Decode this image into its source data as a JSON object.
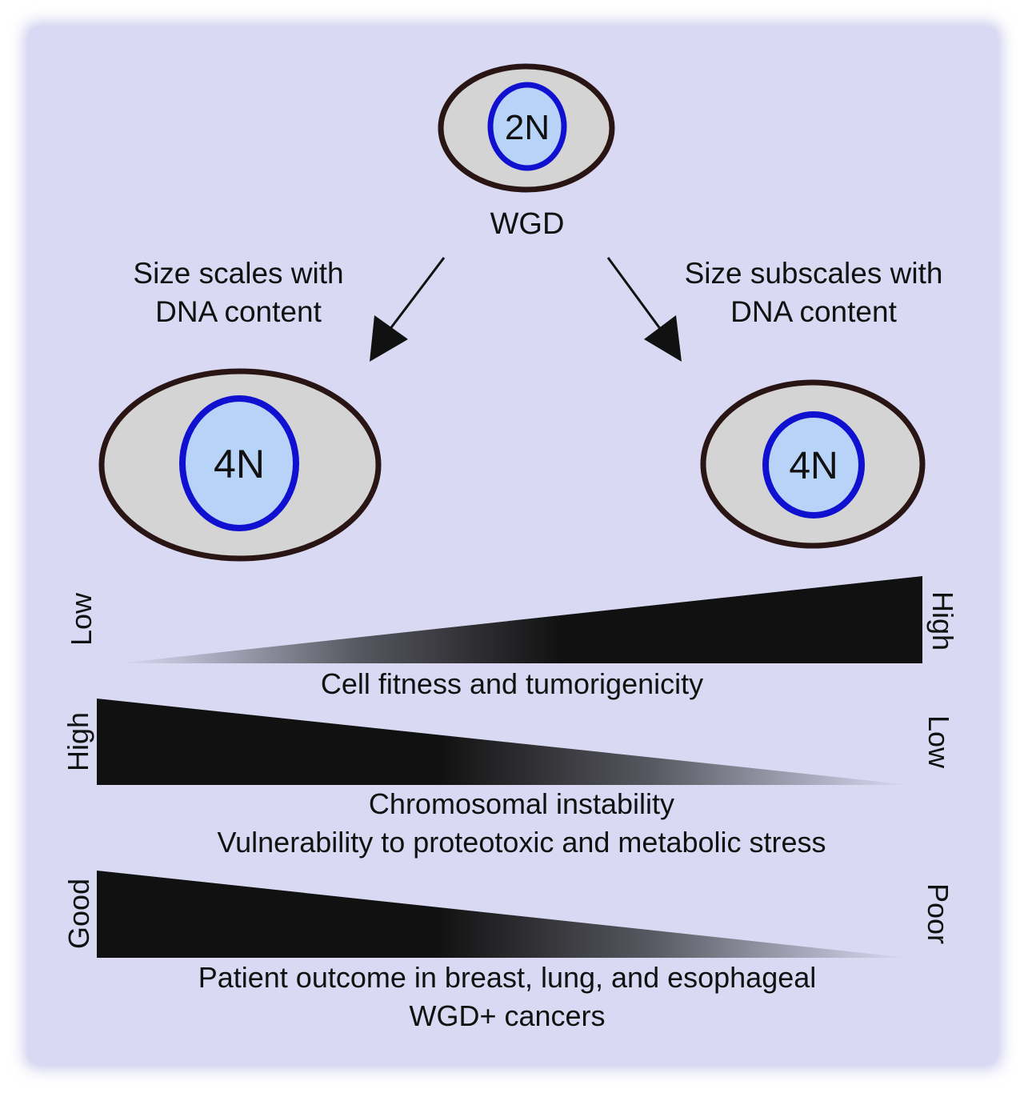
{
  "colors": {
    "panel_bg": "#d9d9f3",
    "cytoplasm": "#d4d4d4",
    "cell_outline": "#2a1515",
    "nucleus_fill": "#b7d3f7",
    "nucleus_outline": "#1010d0",
    "wedge": "#111111",
    "text": "#111111"
  },
  "top_cell": {
    "label": "2N"
  },
  "wgd_label": "WGD",
  "left_branch": {
    "line1": "Size scales with",
    "line2": "DNA content",
    "cell_label": "4N"
  },
  "right_branch": {
    "line1": "Size subscales with",
    "line2": "DNA content",
    "cell_label": "4N"
  },
  "gradients": [
    {
      "left_label": "Low",
      "right_label": "High",
      "direction": "increasing",
      "captions": [
        "Cell fitness and tumorigenicity"
      ]
    },
    {
      "left_label": "High",
      "right_label": "Low",
      "direction": "decreasing",
      "captions": [
        "Chromosomal instability",
        "Vulnerability to proteotoxic and metabolic stress"
      ]
    },
    {
      "left_label": "Good",
      "right_label": "Poor",
      "direction": "decreasing",
      "captions": [
        "Patient outcome in breast, lung, and esophageal",
        "WGD+ cancers"
      ]
    }
  ]
}
